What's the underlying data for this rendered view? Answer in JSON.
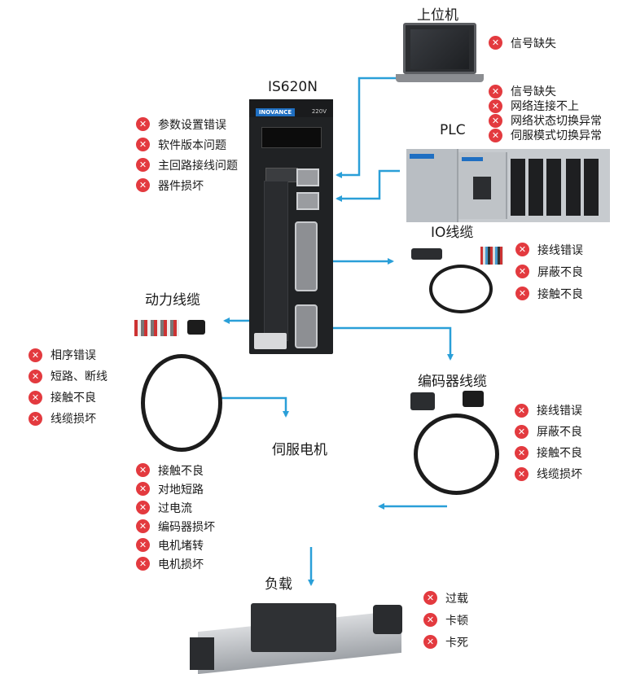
{
  "nodes": {
    "host": {
      "title": "上位机",
      "faults": [
        "信号缺失"
      ]
    },
    "plc": {
      "title": "PLC",
      "faults": [
        "信号缺失",
        "网络连接不上",
        "网络状态切换异常",
        "伺服模式切换异常"
      ]
    },
    "drive": {
      "title": "IS620N",
      "faults": [
        "参数设置错误",
        "软件版本问题",
        "主回路接线问题",
        "器件损坏"
      ],
      "brand": "INOVANCE",
      "voltage": "220V"
    },
    "io_cable": {
      "title": "IO线缆",
      "faults": [
        "接线错误",
        "屏蔽不良",
        "接触不良"
      ]
    },
    "power_cable": {
      "title": "动力线缆",
      "faults": [
        "相序错误",
        "短路、断线",
        "接触不良",
        "线缆损坏"
      ]
    },
    "encoder_cable": {
      "title": "编码器线缆",
      "faults": [
        "接线错误",
        "屏蔽不良",
        "接触不良",
        "线缆损坏"
      ]
    },
    "motor": {
      "title": "伺服电机",
      "faults": [
        "接触不良",
        "对地短路",
        "过电流",
        "编码器损坏",
        "电机堵转",
        "电机损坏"
      ]
    },
    "load": {
      "title": "负载",
      "faults": [
        "过载",
        "卡顿",
        "卡死"
      ]
    }
  },
  "colors": {
    "arrow": "#2a9fd8",
    "fault_icon": "#e33a3f"
  }
}
